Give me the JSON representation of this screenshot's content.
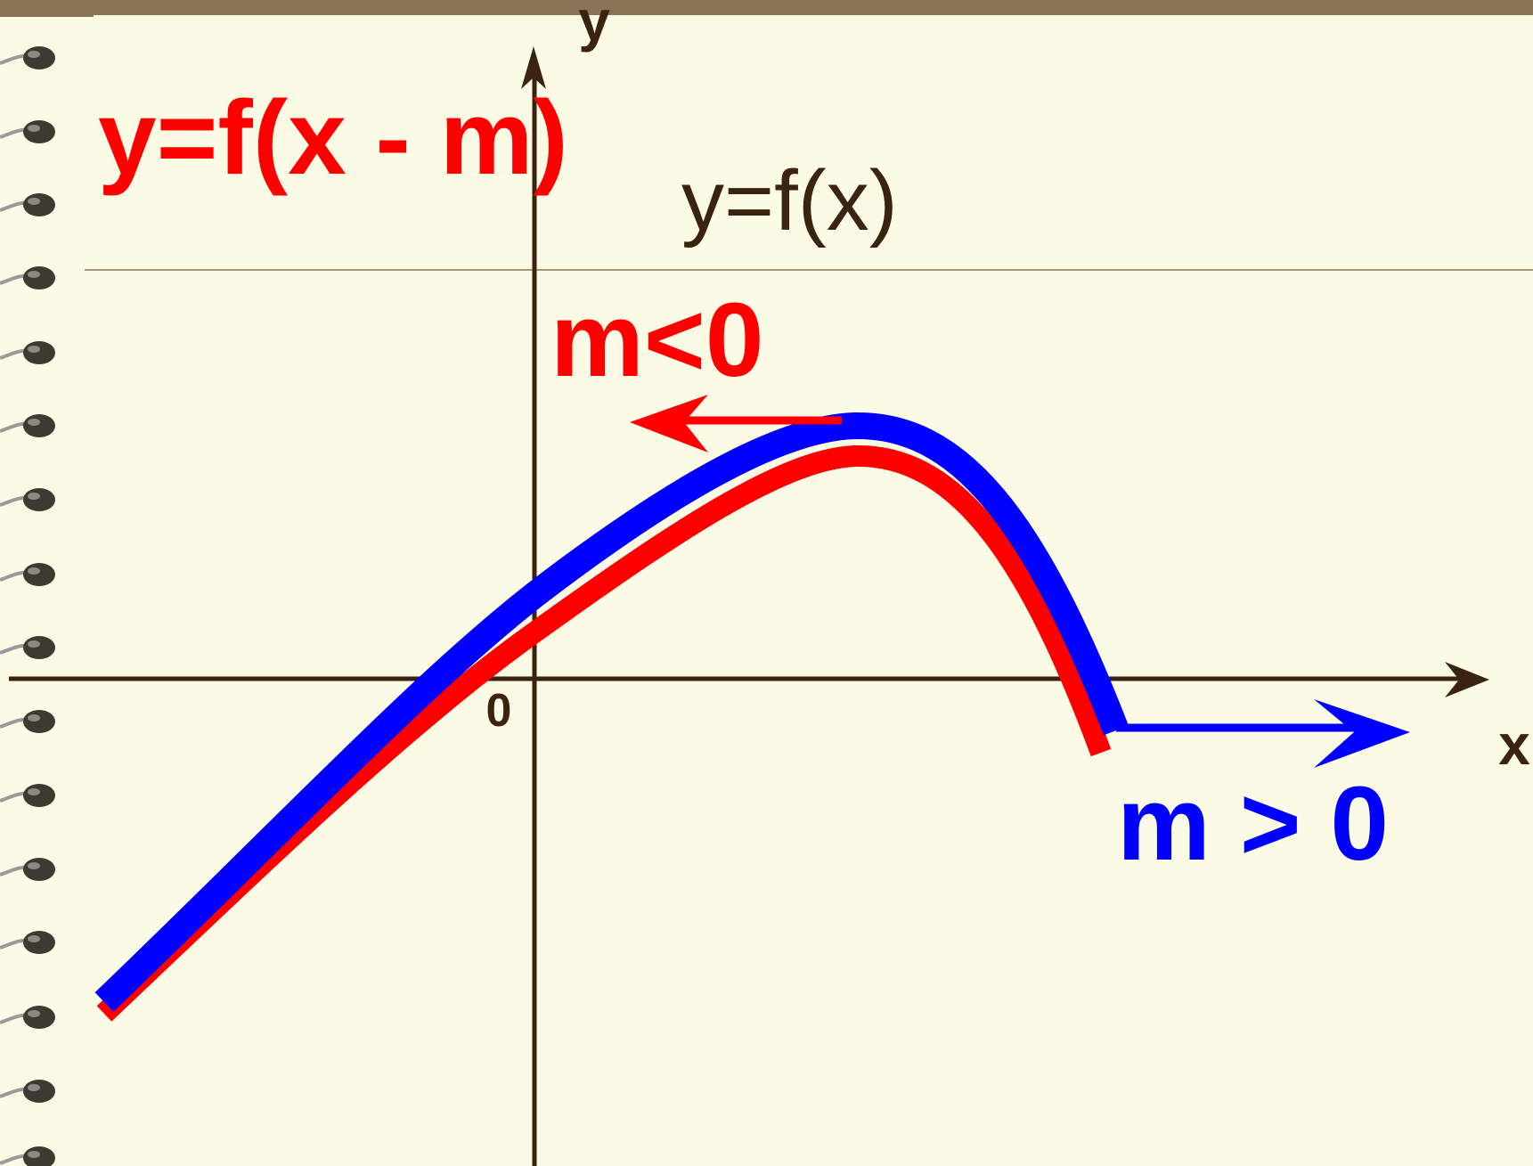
{
  "title_shifted": "y=f(x - m)",
  "title_original": "y=f(x)",
  "axis_x_label": "x",
  "axis_y_label": "y",
  "origin_label": "0",
  "shift_left_label": "m<0",
  "shift_right_label": "m > 0",
  "colors": {
    "background": "#fbfae4",
    "top_bar": "#8b7358",
    "axis": "#3a230f",
    "shifted_curve": "#ff0000",
    "original_curve": "#0000ff",
    "guide_line": "#8b7358"
  },
  "icons": [
    "spiral-binding-ring-icon",
    "arrow-left-icon",
    "arrow-right-icon"
  ]
}
